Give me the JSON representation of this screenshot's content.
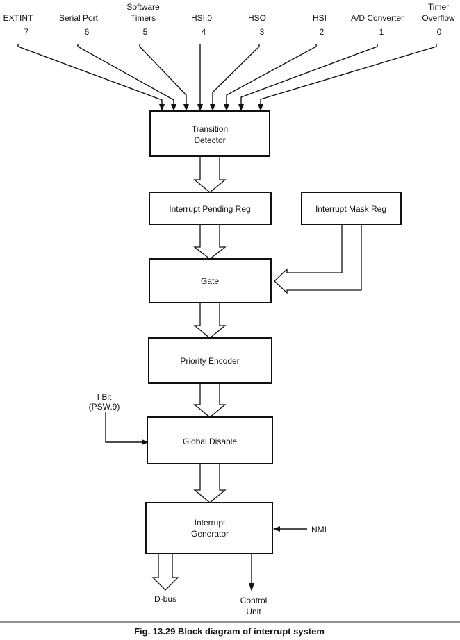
{
  "inputs": [
    {
      "name": "EXTINT",
      "num": "7"
    },
    {
      "name": "Serial Port",
      "num": "6"
    },
    {
      "name_line1": "Software",
      "name_line2": "Timers",
      "num": "5"
    },
    {
      "name": "HSI.0",
      "num": "4"
    },
    {
      "name": "HSO",
      "num": "3"
    },
    {
      "name": "HSI",
      "num": "2"
    },
    {
      "name": "A/D Converter",
      "num": "1"
    },
    {
      "name_line1": "Timer",
      "name_line2": "Overflow",
      "num": "0"
    }
  ],
  "blocks": {
    "transition_detector": {
      "line1": "Transition",
      "line2": "Detector"
    },
    "interrupt_pending_reg": "Interrupt Pending Reg",
    "interrupt_mask_reg": "Interrupt Mask Reg",
    "gate": "Gate",
    "priority_encoder": "Priority Encoder",
    "global_disable": "Global Disable",
    "interrupt_generator": {
      "line1": "Interrupt",
      "line2": "Generator"
    }
  },
  "signals": {
    "ibit_line1": "I Bit",
    "ibit_line2": "(PSW.9)",
    "nmi": "NMI",
    "dbus": "D-bus",
    "control_unit_line1": "Control",
    "control_unit_line2": "Unit"
  },
  "caption": "Fig. 13.29 Block diagram of interrupt system"
}
